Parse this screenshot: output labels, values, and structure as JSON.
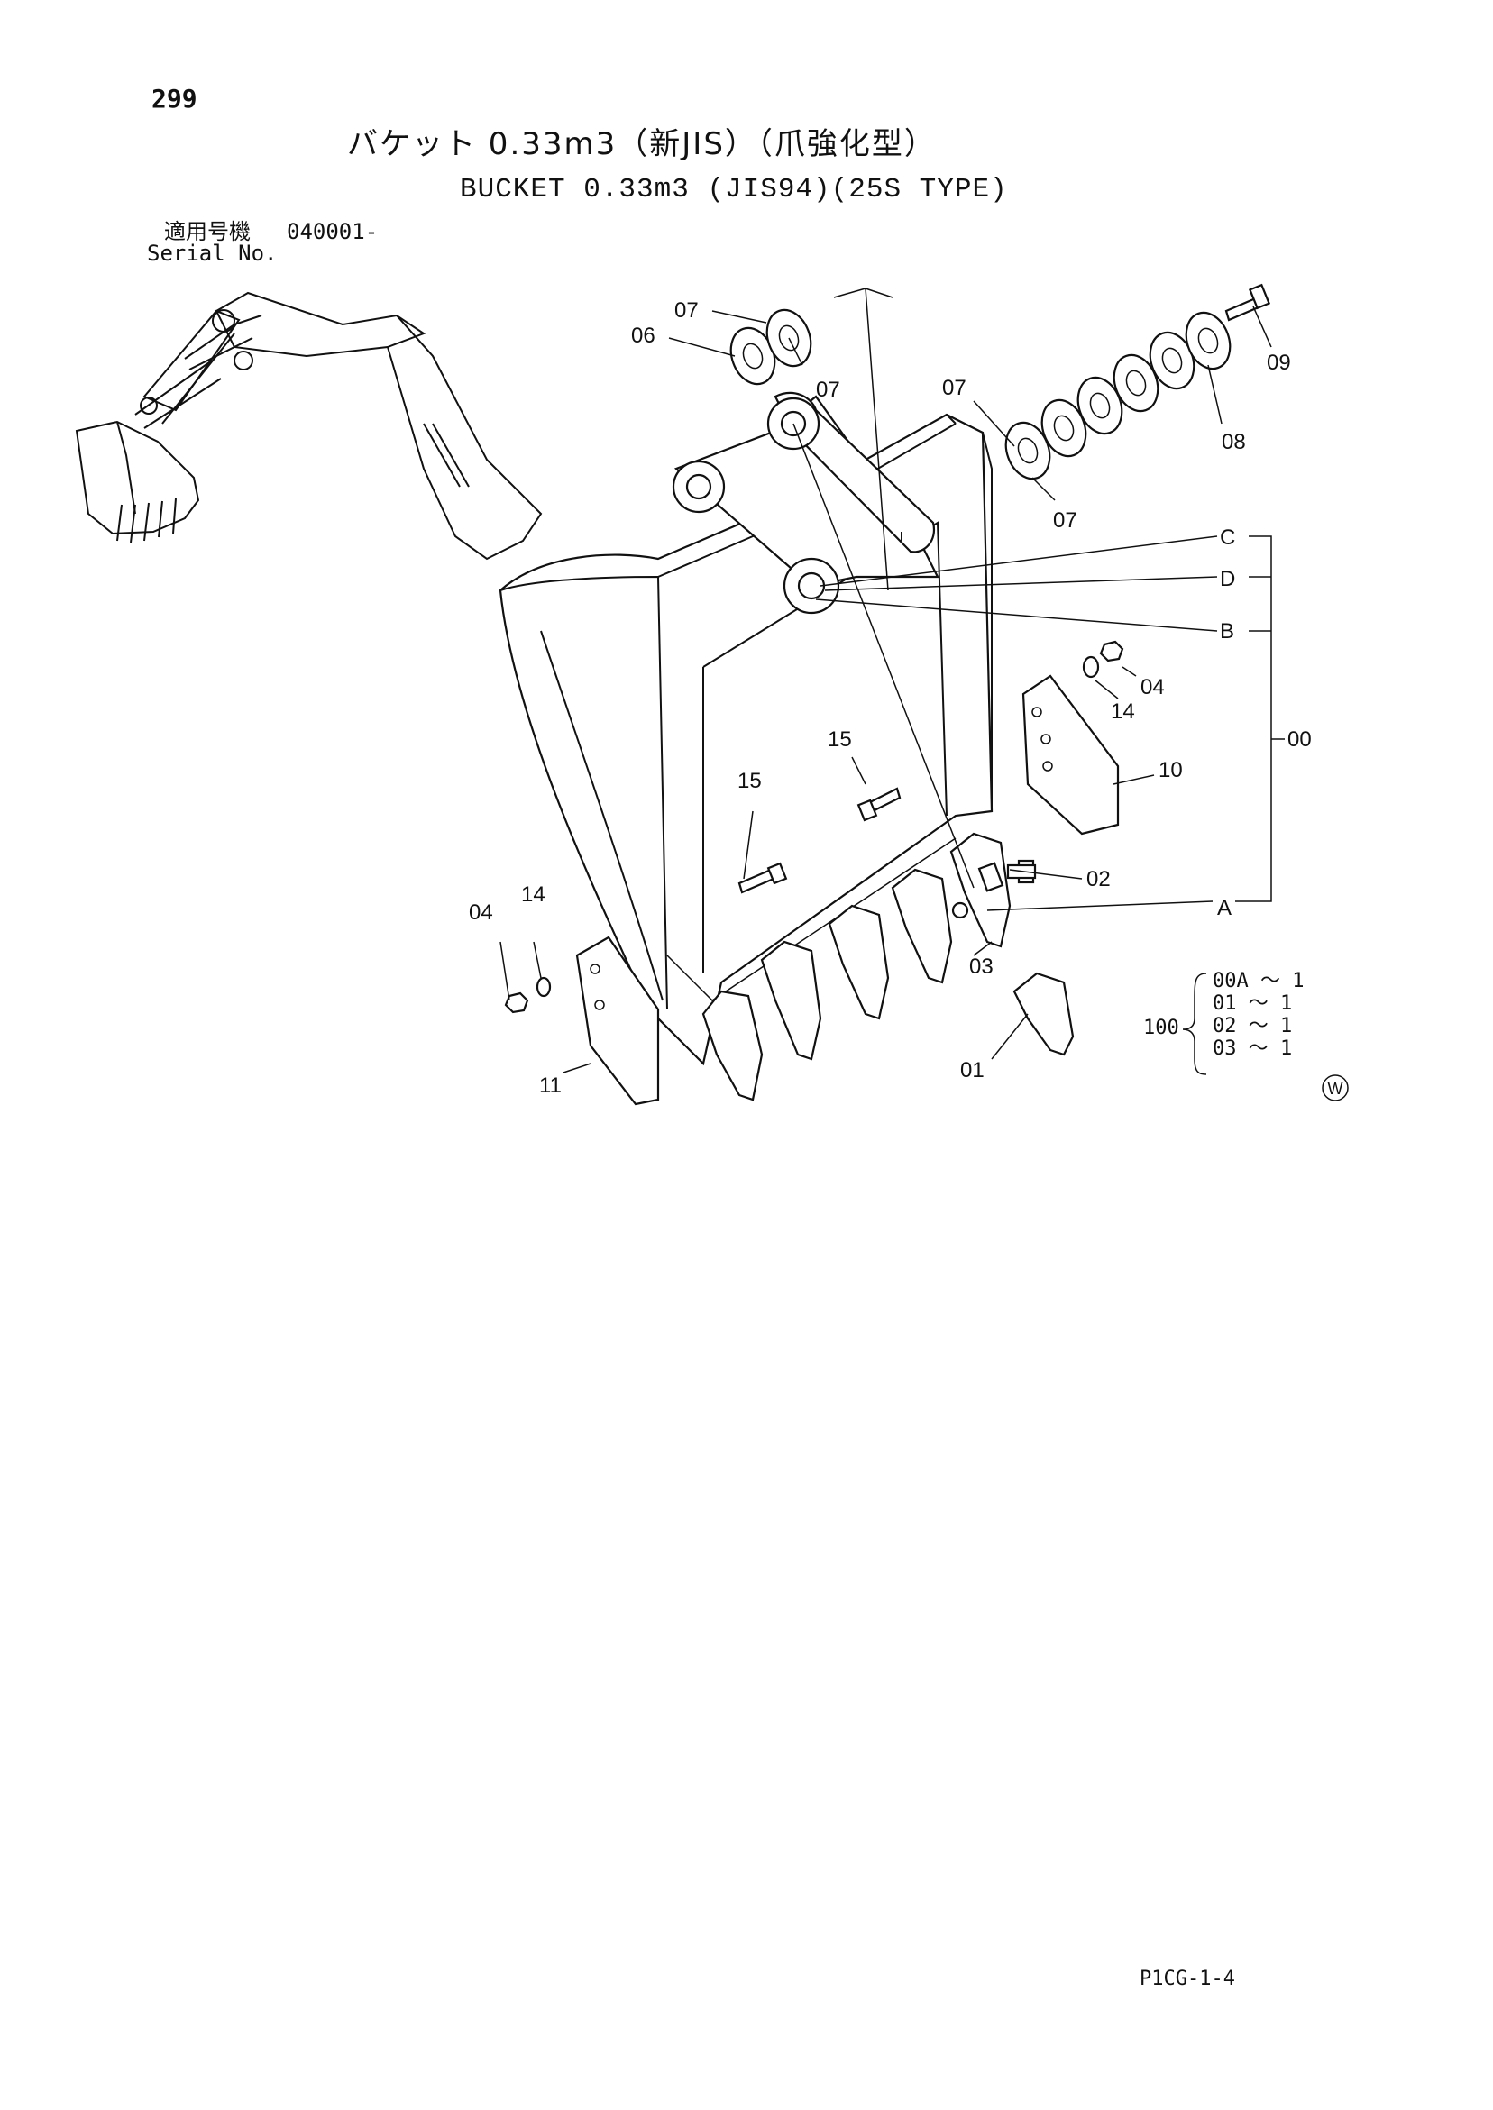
{
  "page_number": "299",
  "title_jp": "バケット 0.33m3（新JIS）（爪強化型）",
  "title_en": "BUCKET 0.33m3 (JIS94)(25S TYPE)",
  "serial": {
    "label_jp": "適用号機",
    "label_en": "Serial No.",
    "value": "040001-"
  },
  "callouts": {
    "p07a": "07",
    "p06": "06",
    "p07b": "07",
    "p07c": "07",
    "p07d": "07",
    "p09": "09",
    "p08": "08",
    "pC": "C",
    "pD": "D",
    "pB": "B",
    "p04a": "04",
    "p14a": "14",
    "p00": "00",
    "p15a": "15",
    "p10": "10",
    "p15b": "15",
    "p02": "02",
    "p04b": "04",
    "p14b": "14",
    "pA": "A",
    "p03": "03",
    "p11": "11",
    "p01": "01"
  },
  "kit": {
    "number": "100",
    "lines": [
      "00A ～ 1",
      "01  ～ 1",
      "02  ～ 1",
      "03  ～ 1"
    ]
  },
  "mark": "W",
  "footer_code": "P1CG-1-4"
}
